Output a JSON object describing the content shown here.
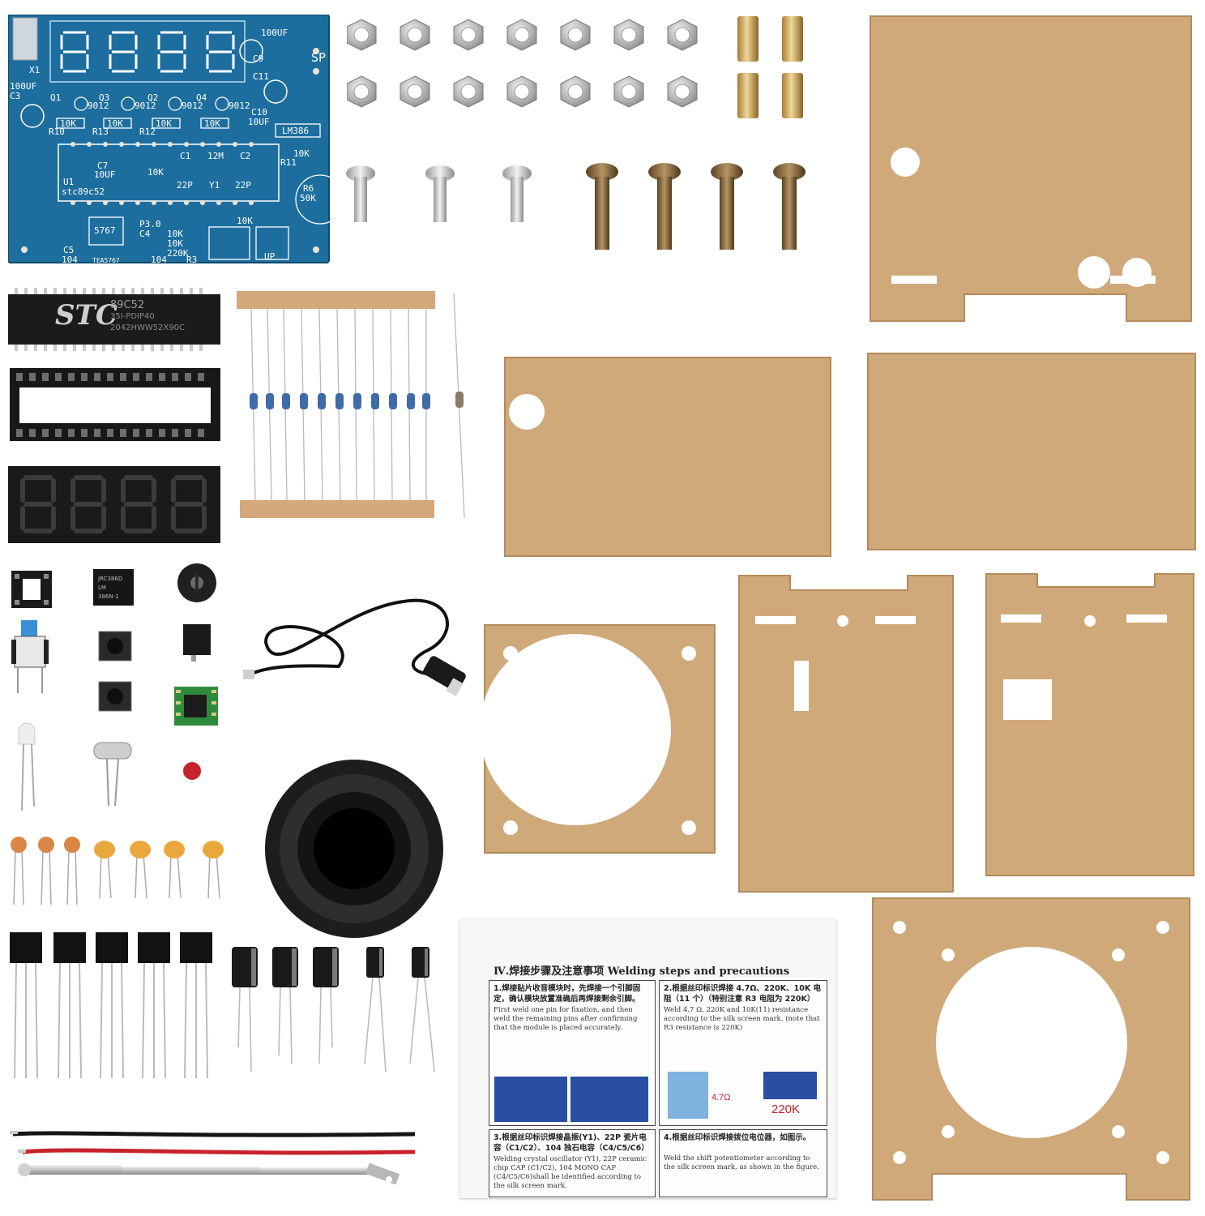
{
  "pcb": {
    "labels": [
      "100UF",
      "C9",
      "X1",
      "SP",
      "100UF",
      "C3",
      "C11",
      "Q1",
      "Q3",
      "Q2",
      "Q4",
      "9012",
      "9012",
      "9012",
      "9012",
      "10K",
      "10K",
      "10K",
      "10K",
      "R10",
      "R13",
      "R12",
      "LM386",
      "C1",
      "12M",
      "C2",
      "C7",
      "10UF",
      "10K",
      "22P",
      "Y1",
      "22P",
      "U1",
      "stc89c52",
      "R11",
      "10K",
      "R6",
      "50K",
      "5767",
      "P3.0",
      "C4",
      "10K",
      "10K",
      "220K",
      "10K",
      "C5",
      "104",
      "104",
      "R3",
      "TEA5767",
      "UP",
      "C10",
      "10UF"
    ]
  },
  "chip": {
    "brand": "STC",
    "model": "89C52",
    "line2": "35I-PDIP40",
    "line3": "2042HWW52X90C"
  },
  "small_chip": {
    "text1": "JRC386D",
    "text2": "LM",
    "text3": "386N-1"
  },
  "instructions": {
    "heading": "Ⅳ.焊接步骤及注意事项  Welding steps and precautions",
    "step1_cn": "1.焊接贴片收音模块时，先焊接一个引脚固定，确认模块放置准确后再焊接剩余引脚。",
    "step1_en": "First weld one pin for fixation, and then weld the remaining pins after confirming that the module is placed accurately.",
    "step2_cn": "2.根据丝印标识焊接 4.7Ω、220K、10K 电阻（11 个）（特别注意 R3 电阻为 220K）",
    "step2_en": "Weld 4.7 Ω, 220K and 10K(11) resistance according to the silk screen mark. (note that R3 resistance is 220K)",
    "tag_47": "4.7Ω",
    "tag_220k": "220K",
    "step3_cn": "3.根据丝印标识焊接晶振(Y1)、22P 瓷片电容（C1/C2）、104 独石电容（C4/C5/C6）",
    "step3_en": "Welding crystal oscillator (Y1), 22P ceramic chip CAP (C1/C2), 104 MONO CAP (C4/C5/C6)shall be identified according to the silk screen mark.",
    "step4_cn": "4.根据丝印标识焊接拨位电位器，如图示。",
    "step4_en": "Weld the shift potentiometer according to the silk screen mark, as shown in the figure."
  },
  "colors": {
    "pcb": "#1d6e9e",
    "acrylic": "#cfa97a",
    "acrylic_edge": "#b48a5a",
    "brass": "#c9a45c",
    "red_led": "#c8232b"
  }
}
